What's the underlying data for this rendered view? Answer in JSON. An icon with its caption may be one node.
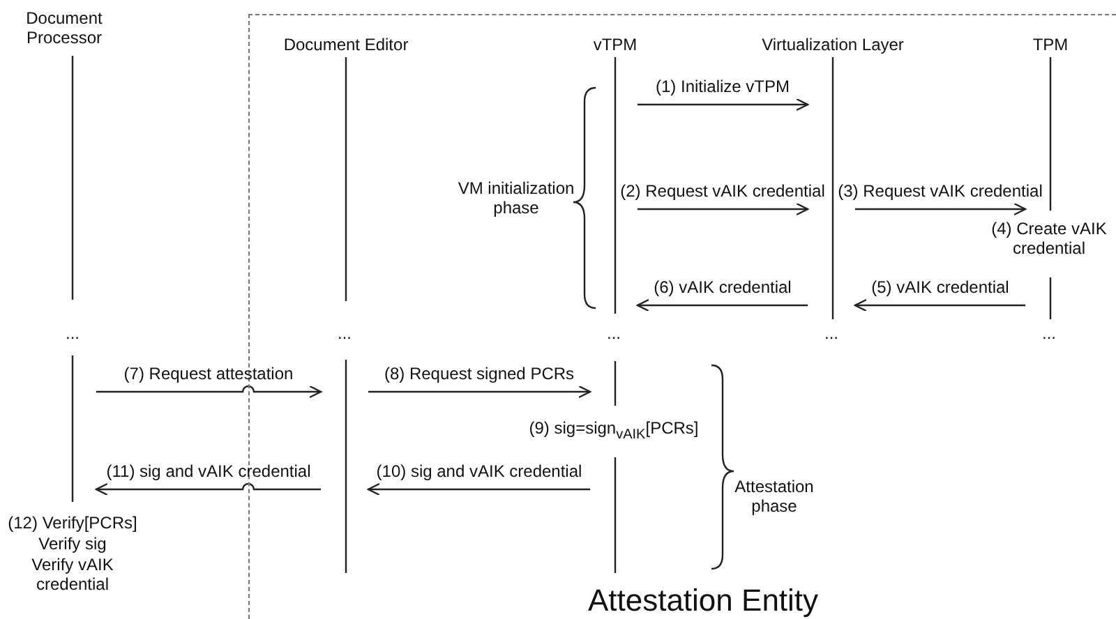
{
  "diagram": {
    "nodes": [
      {
        "text": [
          "Document Processor"
        ]
      },
      {
        "text": [
          "Attestation Entity"
        ]
      },
      {
        "text": [
          "Document Editor"
        ],
        "in": 1
      },
      {
        "text": [
          "vTPM"
        ],
        "in": 1
      },
      {
        "text": [
          "Virtualization Layer"
        ],
        "in": 1
      },
      {
        "text": [
          "TPM"
        ],
        "in": 1
      }
    ],
    "edges": [
      {
        "from": 3,
        "to": 4,
        "arrow": "to",
        "label": "(1) Initialize vTPM"
      },
      {
        "from": 3,
        "to": 4,
        "arrow": "to",
        "label": "(2) Request vAIK credential"
      },
      {
        "from": 4,
        "to": 5,
        "arrow": "to",
        "label": "(3) Request vAIK credential"
      },
      {
        "from": 5,
        "to": 4,
        "arrow": "to",
        "label": "(5) vAIK credential"
      },
      {
        "from": 4,
        "to": 3,
        "arrow": "to",
        "label": "(6) vAIK credential"
      },
      {
        "from": 0,
        "to": 2,
        "arrow": "to",
        "label": "(7) Request attestation"
      },
      {
        "from": 2,
        "to": 3,
        "arrow": "to",
        "label": "(8) Request signed PCRs"
      },
      {
        "from": 3,
        "to": 2,
        "arrow": "to",
        "label": "(10) sig and vAIK credential"
      },
      {
        "from": 2,
        "to": 0,
        "arrow": "to",
        "label": "(11) sig and vAIK credential"
      }
    ],
    "labels": [
      "VM initialization phase",
      "(4) Create vAIK credential",
      "...",
      "...",
      "...",
      "...",
      "...",
      "(9) sig=sign$_{vAIK}$[PCRs]",
      "Attestation phase",
      "(12) Verify[PCRs]",
      "Verify sig",
      "Verify vAIK credential"
    ]
  }
}
